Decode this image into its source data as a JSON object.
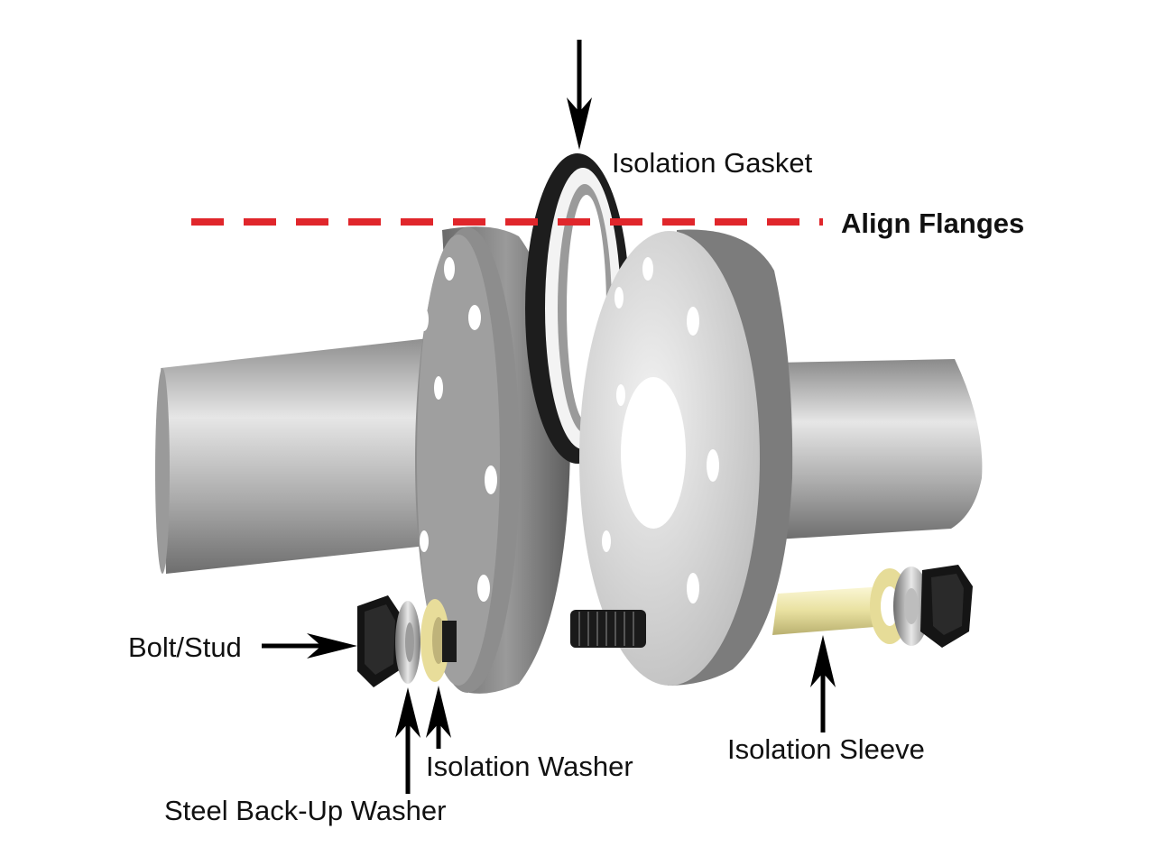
{
  "labels": {
    "isolation_gasket": "Isolation Gasket",
    "align_flanges": "Align Flanges",
    "bolt_stud": "Bolt/Stud",
    "isolation_washer": "Isolation Washer",
    "steel_backup_washer": "Steel Back-Up Washer",
    "isolation_sleeve": "Isolation Sleeve"
  },
  "colors": {
    "alignment_line": "#e0262b",
    "pipe": "#b9b9b9",
    "flange": "#8f8f8f",
    "flange_face": "#dcdcdc",
    "gasket": "#1c1c1c",
    "sleeve": "#efe9b0",
    "nut": "#141414",
    "arrow": "#000000"
  }
}
